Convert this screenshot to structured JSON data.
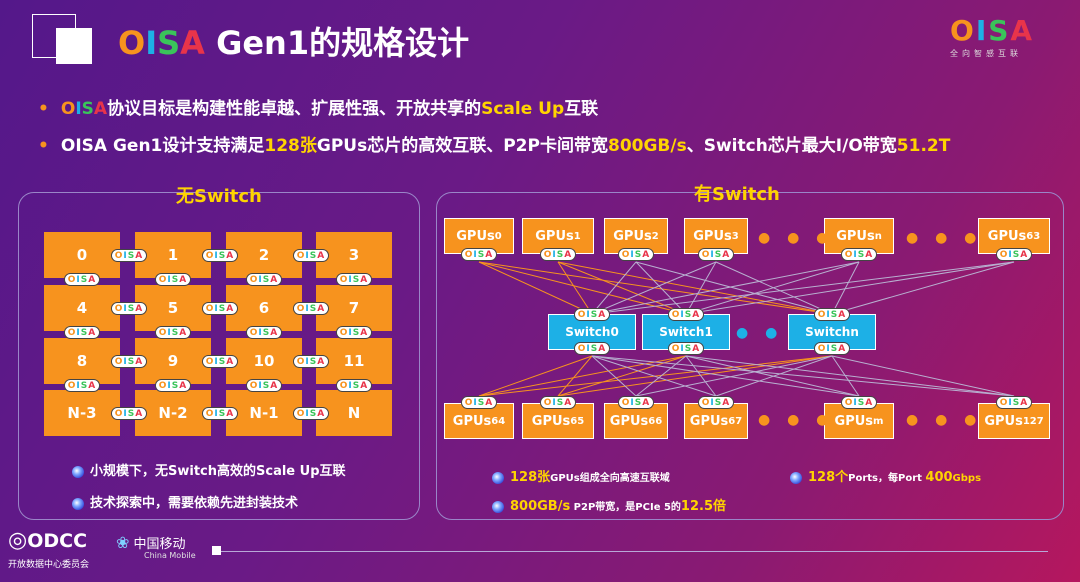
{
  "header": {
    "title_brand": "OISA",
    "title_rest": " Gen1的规格设计",
    "logo_word": "OISA",
    "logo_sub": "全向智感互联"
  },
  "bullets": {
    "b1_brand": "OISA",
    "b1_text": "协议目标是构建性能卓越、扩展性强、开放共享的",
    "b1_hl": "Scale Up",
    "b1_end": "互联",
    "b2_a": "OISA Gen1设计支持满足",
    "b2_hl1": "128张",
    "b2_b": "GPUs芯片的高效互联、P2P卡间带宽",
    "b2_hl2": "800GB/s",
    "b2_c": "、Switch芯片最大I/O带宽",
    "b2_hl3": "51.2T"
  },
  "left_panel": {
    "title": "无Switch",
    "cells": [
      "0",
      "1",
      "2",
      "3",
      "4",
      "5",
      "6",
      "7",
      "8",
      "9",
      "10",
      "11",
      "N-3",
      "N-2",
      "N-1",
      "N"
    ],
    "notes": [
      "小规模下，无Switch高效的Scale Up互联",
      "技术探索中，需要依赖先进封装技术"
    ]
  },
  "right_panel": {
    "title": "有Switch",
    "gpus_top": [
      {
        "main": "GPUs",
        "sub": "0"
      },
      {
        "main": "GPUs",
        "sub": "1"
      },
      {
        "main": "GPUs",
        "sub": "2"
      },
      {
        "main": "GPUs",
        "sub": "3"
      },
      {
        "main": "GPUs",
        "sub": "n"
      },
      {
        "main": "GPUs",
        "sub": "63"
      }
    ],
    "switches": [
      "Switch0",
      "Switch1",
      "Switchn"
    ],
    "gpus_bottom": [
      {
        "main": "GPUs",
        "sub": "64"
      },
      {
        "main": "GPUs",
        "sub": "65"
      },
      {
        "main": "GPUs",
        "sub": "66"
      },
      {
        "main": "GPUs",
        "sub": "67"
      },
      {
        "main": "GPUs",
        "sub": "m"
      },
      {
        "main": "GPUs",
        "sub": "127"
      }
    ],
    "note1_hl": "128张",
    "note1_text": "GPUs组成全向高速互联域",
    "note2_hl": "128个",
    "note2_a": "Ports，每Port ",
    "note2_hl2": "400",
    "note2_b": "Gbps",
    "note3_hl": "800GB/s",
    "note3_a": " P2P带宽，是PCIe 5的",
    "note3_hl2": "12.5倍"
  },
  "footer": {
    "odcc": "ODCC",
    "odcc_sub": "开放数据中心委员会",
    "cm": "中国移动",
    "cm_sub": "China Mobile"
  },
  "colors": {
    "accent_orange": "#f7931e",
    "accent_yellow": "#ffd400",
    "switch_blue": "#1db0e6"
  }
}
